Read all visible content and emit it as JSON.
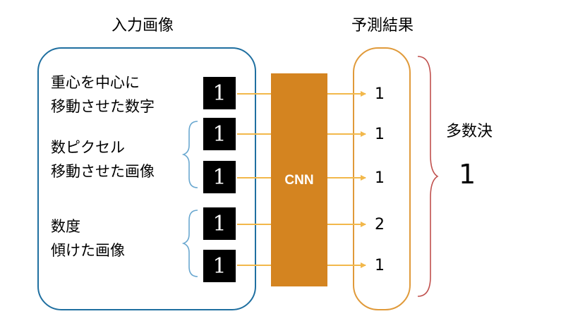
{
  "headings": {
    "input": "入力画像",
    "prediction": "予測結果",
    "vote": "多数決"
  },
  "groups": [
    {
      "label": "重心を中心に\n移動させた数字"
    },
    {
      "label": "数ピクセル\n移動させた画像"
    },
    {
      "label": "数度\n傾けた画像"
    }
  ],
  "thumbnails": [
    "1",
    "1",
    "1",
    "1",
    "1"
  ],
  "model": {
    "label": "CNN"
  },
  "predictions": [
    "1",
    "1",
    "1",
    "2",
    "1"
  ],
  "result": "1",
  "colors": {
    "input_box": "#1f6fa0",
    "cnn": "#d48420",
    "arrows": "#f2b84b",
    "pred_box": "#e09a3a",
    "braces": "#c0504d",
    "small_braces": "#6aa8d0"
  }
}
